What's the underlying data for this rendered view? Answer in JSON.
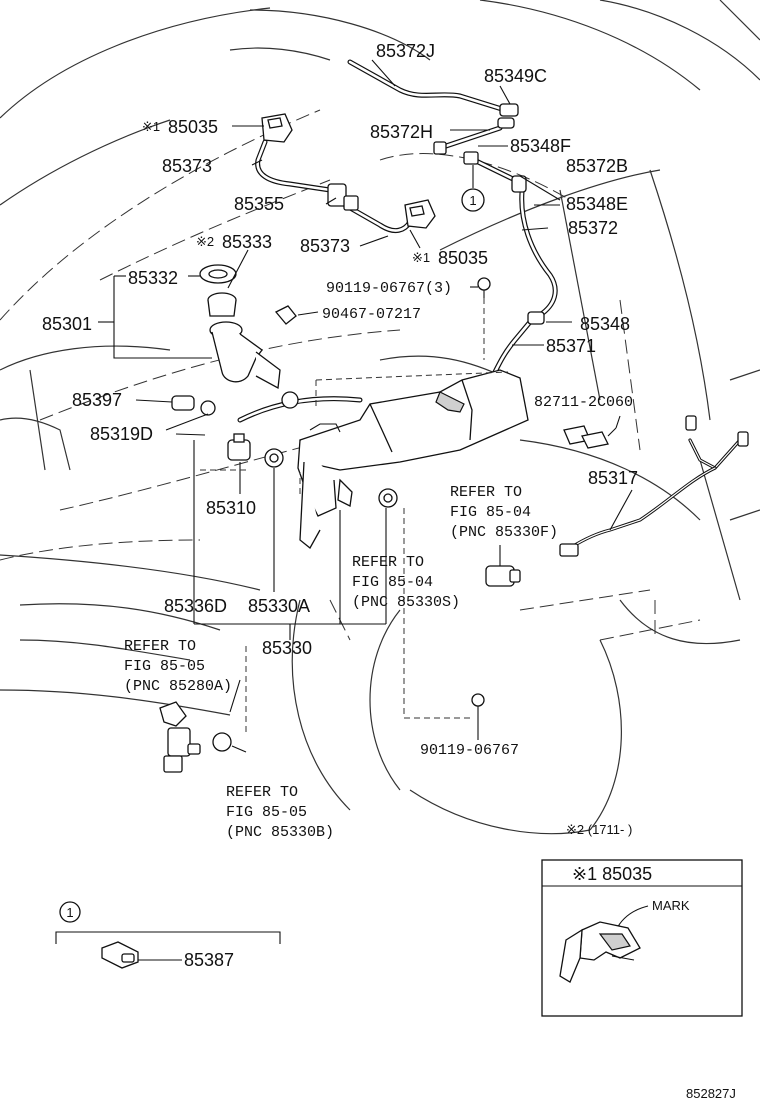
{
  "labels": {
    "p85372J": "85372J",
    "p85349C": "85349C",
    "p85035a": "85035",
    "p85372H": "85372H",
    "p85348F": "85348F",
    "p85373a": "85373",
    "p85372B": "85372B",
    "p85355": "85355",
    "p85348E": "85348E",
    "p85333": "85333",
    "p85373b": "85373",
    "p85372": "85372",
    "p85035b": "85035",
    "p85332": "85332",
    "p90119a": "90119-06767(3)",
    "p85301": "85301",
    "p90467": "90467-07217",
    "p85348": "85348",
    "p85371": "85371",
    "p85397": "85397",
    "p82711": "82711-2C060",
    "p85319D": "85319D",
    "p85317": "85317",
    "p85310": "85310",
    "p85336D": "85336D",
    "p85330A": "85330A",
    "p85330": "85330",
    "p90119b": "90119-06767",
    "p85387": "85387"
  },
  "marks": {
    "note1": "※1",
    "note2": "※2",
    "circle1": "1"
  },
  "refs": {
    "ref_8504_f": [
      "REFER TO",
      "FIG 85-04",
      "(PNC 85330F)"
    ],
    "ref_8504_s": [
      "REFER TO",
      "FIG 85-04",
      "(PNC 85330S)"
    ],
    "ref_8505_a": [
      "REFER TO",
      "FIG 85-05",
      "(PNC 85280A)"
    ],
    "ref_8505_b": [
      "REFER TO",
      "FIG 85-05",
      "(PNC 85330B)"
    ]
  },
  "note_date": "※2 (1711-     )",
  "inset": {
    "header": "※1 85035",
    "mark": "MARK"
  },
  "detail_circle": "1",
  "diagram_id": "852827J"
}
